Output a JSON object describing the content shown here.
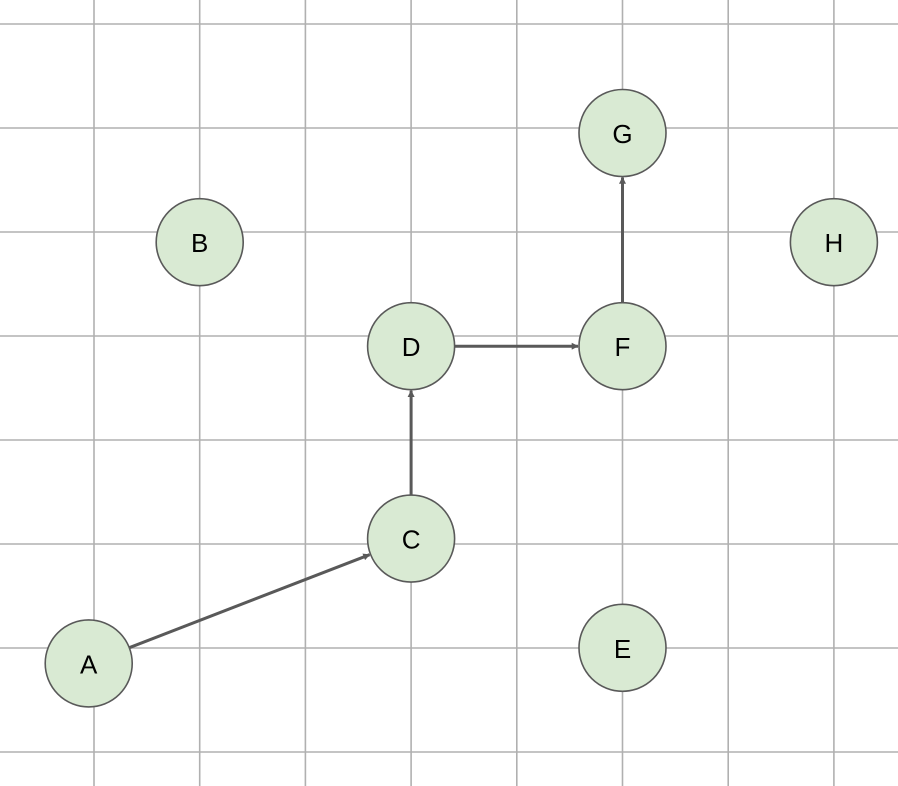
{
  "colors": {
    "node_fill": "#d9ead3",
    "node_stroke": "#595959",
    "edge": "#595959",
    "grid": "#b0b0b0"
  },
  "nodes": [
    {
      "id": "A",
      "label": "A",
      "col": -0.05,
      "row": 6.1
    },
    {
      "id": "B",
      "label": "B",
      "col": 1.0,
      "row": 2.05
    },
    {
      "id": "C",
      "label": "C",
      "col": 3.0,
      "row": 4.9
    },
    {
      "id": "D",
      "label": "D",
      "col": 3.0,
      "row": 3.05
    },
    {
      "id": "E",
      "label": "E",
      "col": 5.0,
      "row": 5.95
    },
    {
      "id": "F",
      "label": "F",
      "col": 5.0,
      "row": 3.05
    },
    {
      "id": "G",
      "label": "G",
      "col": 5.0,
      "row": 1.0
    },
    {
      "id": "H",
      "label": "H",
      "col": 7.0,
      "row": 2.05
    }
  ],
  "edges": [
    {
      "from": "A",
      "to": "C"
    },
    {
      "from": "C",
      "to": "D"
    },
    {
      "from": "D",
      "to": "F"
    },
    {
      "from": "F",
      "to": "G"
    }
  ]
}
